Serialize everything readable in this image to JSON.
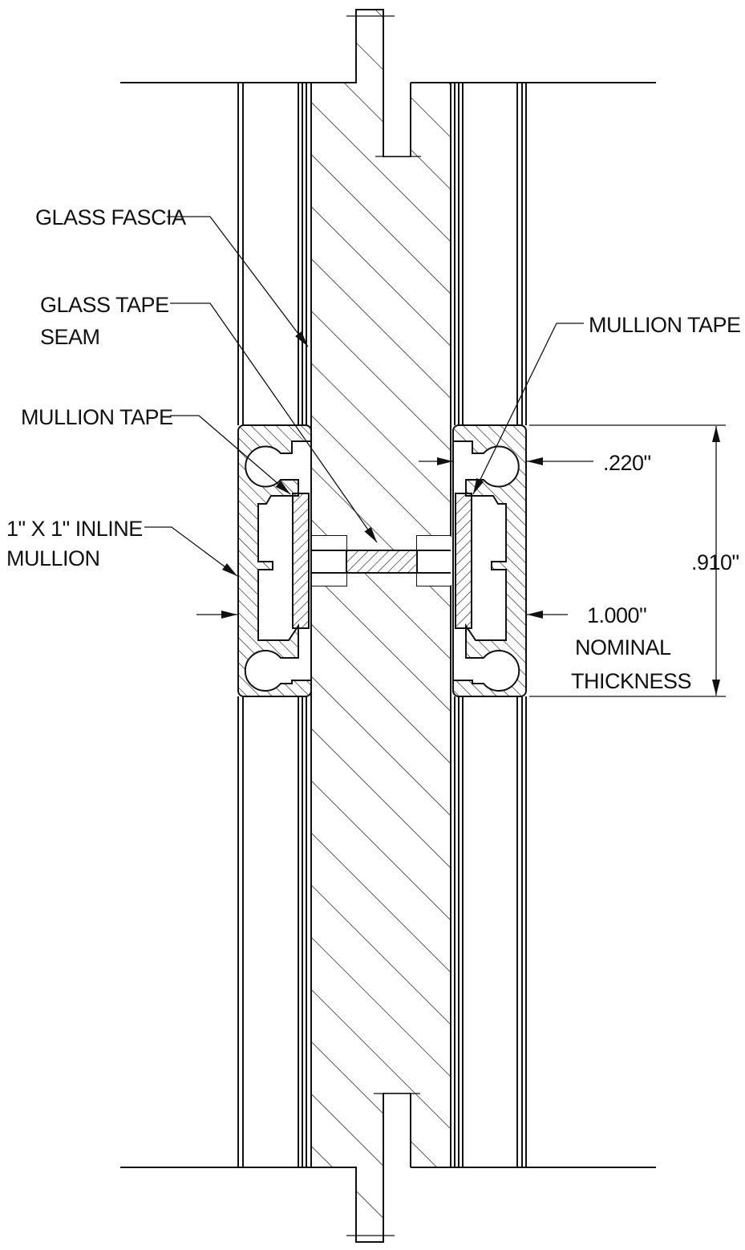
{
  "labels": {
    "glass_fascia": "GLASS FASCIA",
    "glass_tape_line1": "GLASS TAPE",
    "glass_tape_line2": "SEAM",
    "mullion_tape_left": "MULLION TAPE",
    "mullion_tape_right": "MULLION TAPE",
    "inline_mullion_line1": "1\" X 1\" INLINE",
    "inline_mullion_line2": "MULLION",
    "dim_220": ".220\"",
    "dim_910": ".910\"",
    "nominal_line1": "1.000\"",
    "nominal_line2": "NOMINAL",
    "nominal_line3": "THICKNESS"
  }
}
